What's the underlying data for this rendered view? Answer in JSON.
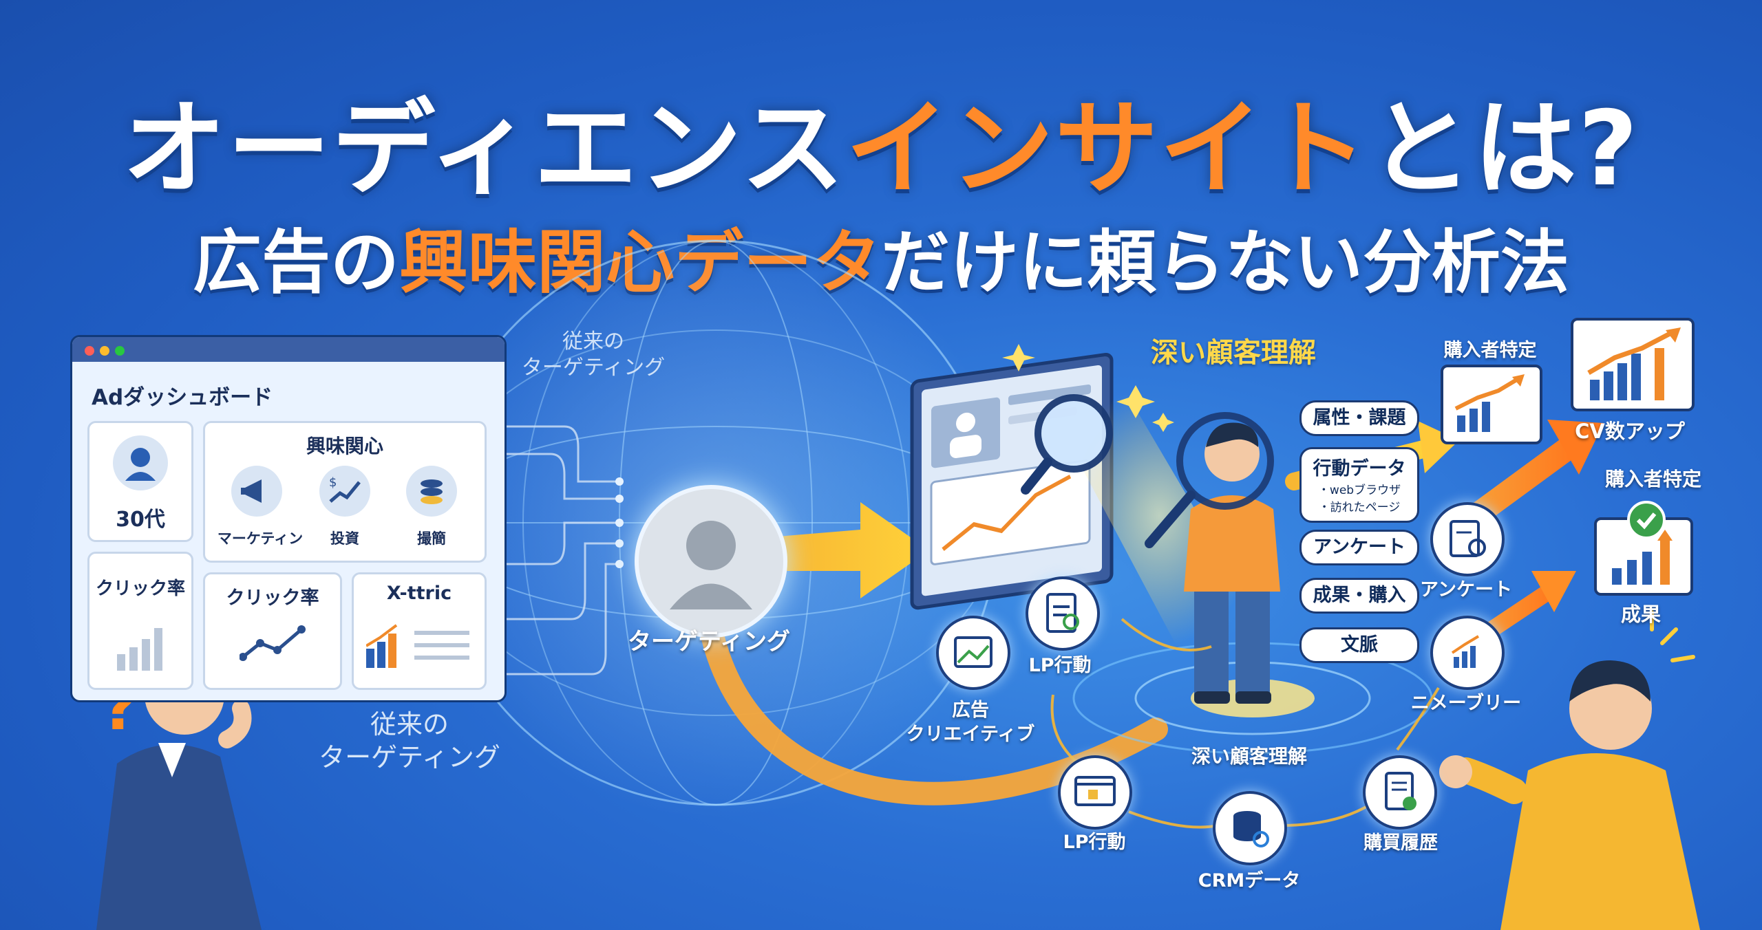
{
  "title": {
    "line1_part1": "オーディエンス",
    "line1_part2": "インサイト",
    "line1_part3": "とは?",
    "line2_part1": "広告の",
    "line2_part2": "興味関心データ",
    "line2_part3": "だけに頼らない分析法"
  },
  "dashboard": {
    "title": "Adダッシュボード",
    "age": "30代",
    "interest_title": "興味関心",
    "interests": [
      "マーケティン",
      "投資",
      "撮簡"
    ],
    "click_rate_1": "クリック率",
    "click_rate_2": "クリック率",
    "metric": "X-ttric"
  },
  "traditional_label_top": "従来の\nターゲティング",
  "traditional_label_bottom": "従来の\nターゲティング",
  "targeting_label": "ターゲティング",
  "deep_understanding_heading": "深い顧客理解",
  "deep_understanding_center": "深い顧客理解",
  "attributes": [
    "属性・課題",
    "行動データ",
    "アンケート",
    "成果・購入",
    "文脈"
  ],
  "behavior_sub": [
    "・webブラウザ",
    "・訪れたページ"
  ],
  "nodes": {
    "lp_top": "LP行動",
    "ad_creative": "広告\nクリエイティブ",
    "lp_bottom": "LP行動",
    "crm": "CRMデータ",
    "purchase_history": "購買履歴",
    "survey": "アンケート",
    "newsletter": "ニメーブリー"
  },
  "results": {
    "buyer_id_1": "購入者特定",
    "cv_up": "CV数アップ",
    "buyer_id_2": "購入者特定",
    "outcome": "成果"
  },
  "colors": {
    "bg": "#2a6fd4",
    "accent": "#ff8a2a",
    "navy": "#1b3a73"
  }
}
